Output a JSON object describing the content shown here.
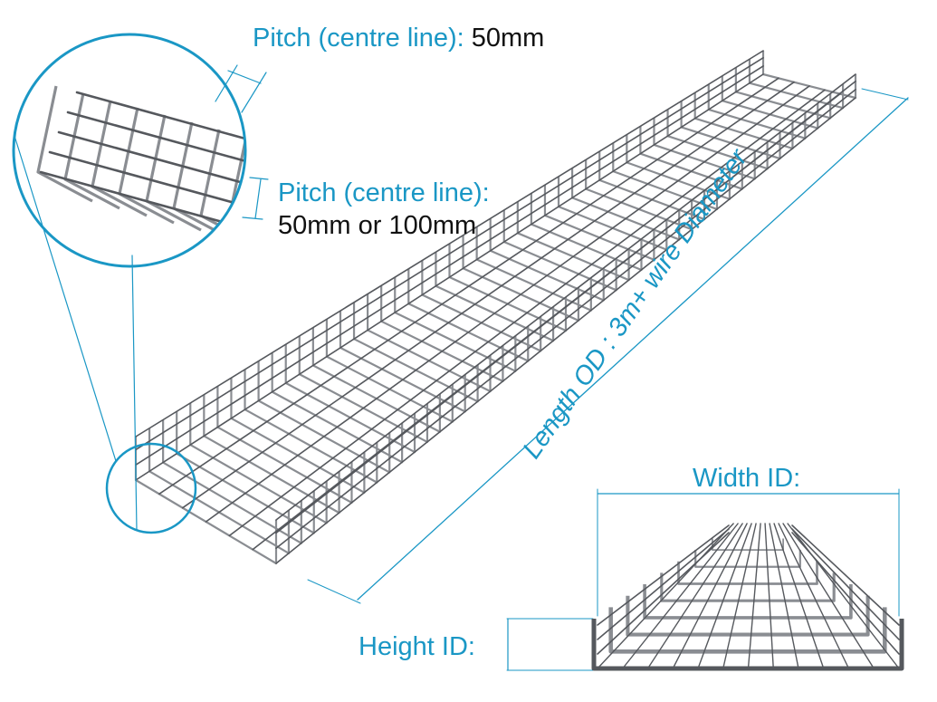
{
  "colors": {
    "accent": "#1a97c5",
    "text_dark": "#111111",
    "wire": "#8a8d92",
    "wire_dark": "#55585d"
  },
  "labels": {
    "pitch_top_label": "Pitch (centre line):",
    "pitch_top_value": "50mm",
    "pitch_side_label": "Pitch (centre line):",
    "pitch_side_value": "50mm or 100mm",
    "length": "Length OD : 3m+ wire Diameter",
    "width": "Width ID:",
    "height": "Height ID:"
  },
  "icons": [
    "zoom-callout-circle",
    "zoom-source-circle",
    "wire-mesh-cable-tray",
    "tray-cross-section"
  ]
}
